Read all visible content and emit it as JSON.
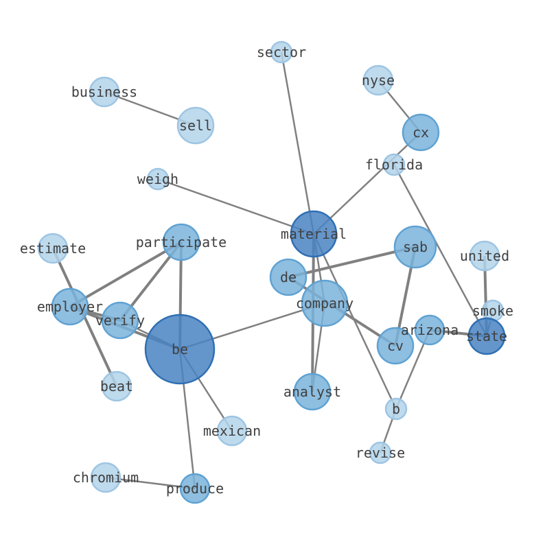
{
  "title": "word network",
  "colors": {
    "edge": "#808080",
    "light": "#b3d3ea",
    "medium": "#7ab3da",
    "dark": "#4a84c2"
  },
  "nodes": [
    {
      "id": "sector",
      "size": 1,
      "shade": "light"
    },
    {
      "id": "business",
      "size": 2,
      "shade": "light"
    },
    {
      "id": "sell",
      "size": 3,
      "shade": "light"
    },
    {
      "id": "nyse",
      "size": 2,
      "shade": "light"
    },
    {
      "id": "cx",
      "size": 3,
      "shade": "medium"
    },
    {
      "id": "florida",
      "size": 1,
      "shade": "light"
    },
    {
      "id": "weigh",
      "size": 1,
      "shade": "light"
    },
    {
      "id": "material",
      "size": 5,
      "shade": "dark"
    },
    {
      "id": "estimate",
      "size": 2,
      "shade": "light"
    },
    {
      "id": "participate",
      "size": 3,
      "shade": "medium"
    },
    {
      "id": "sab",
      "size": 4,
      "shade": "medium"
    },
    {
      "id": "united",
      "size": 2,
      "shade": "light"
    },
    {
      "id": "de",
      "size": 3,
      "shade": "medium"
    },
    {
      "id": "company",
      "size": 5,
      "shade": "medium"
    },
    {
      "id": "employer",
      "size": 3,
      "shade": "medium"
    },
    {
      "id": "verify",
      "size": 3,
      "shade": "medium"
    },
    {
      "id": "smoke",
      "size": 1,
      "shade": "light"
    },
    {
      "id": "be",
      "size": 8,
      "shade": "dark"
    },
    {
      "id": "arizona",
      "size": 2,
      "shade": "medium"
    },
    {
      "id": "state",
      "size": 3,
      "shade": "dark"
    },
    {
      "id": "cv",
      "size": 3,
      "shade": "medium"
    },
    {
      "id": "beat",
      "size": 2,
      "shade": "light"
    },
    {
      "id": "analyst",
      "size": 3,
      "shade": "medium"
    },
    {
      "id": "b",
      "size": 1,
      "shade": "light"
    },
    {
      "id": "mexican",
      "size": 2,
      "shade": "light"
    },
    {
      "id": "revise",
      "size": 1,
      "shade": "light"
    },
    {
      "id": "chromium",
      "size": 2,
      "shade": "light"
    },
    {
      "id": "produce",
      "size": 2,
      "shade": "medium"
    }
  ],
  "edges": [
    [
      "business",
      "sell",
      1
    ],
    [
      "sector",
      "material",
      1
    ],
    [
      "nyse",
      "cx",
      1
    ],
    [
      "cx",
      "material",
      1
    ],
    [
      "florida",
      "state",
      1
    ],
    [
      "weigh",
      "material",
      1
    ],
    [
      "material",
      "analyst",
      2
    ],
    [
      "material",
      "company",
      1
    ],
    [
      "material",
      "b",
      1
    ],
    [
      "company",
      "analyst",
      1
    ],
    [
      "de",
      "sab",
      2
    ],
    [
      "de",
      "cv",
      2
    ],
    [
      "sab",
      "cv",
      2
    ],
    [
      "company",
      "be",
      1
    ],
    [
      "arizona",
      "state",
      2
    ],
    [
      "arizona",
      "b",
      1
    ],
    [
      "united",
      "state",
      2
    ],
    [
      "smoke",
      "state",
      1
    ],
    [
      "estimate",
      "beat",
      2
    ],
    [
      "employer",
      "verify",
      2
    ],
    [
      "employer",
      "be",
      2
    ],
    [
      "employer",
      "participate",
      2
    ],
    [
      "verify",
      "participate",
      2
    ],
    [
      "participate",
      "be",
      2
    ],
    [
      "verify",
      "be",
      1
    ],
    [
      "be",
      "mexican",
      1
    ],
    [
      "be",
      "produce",
      1
    ],
    [
      "chromium",
      "produce",
      1
    ],
    [
      "b",
      "revise",
      1
    ]
  ]
}
